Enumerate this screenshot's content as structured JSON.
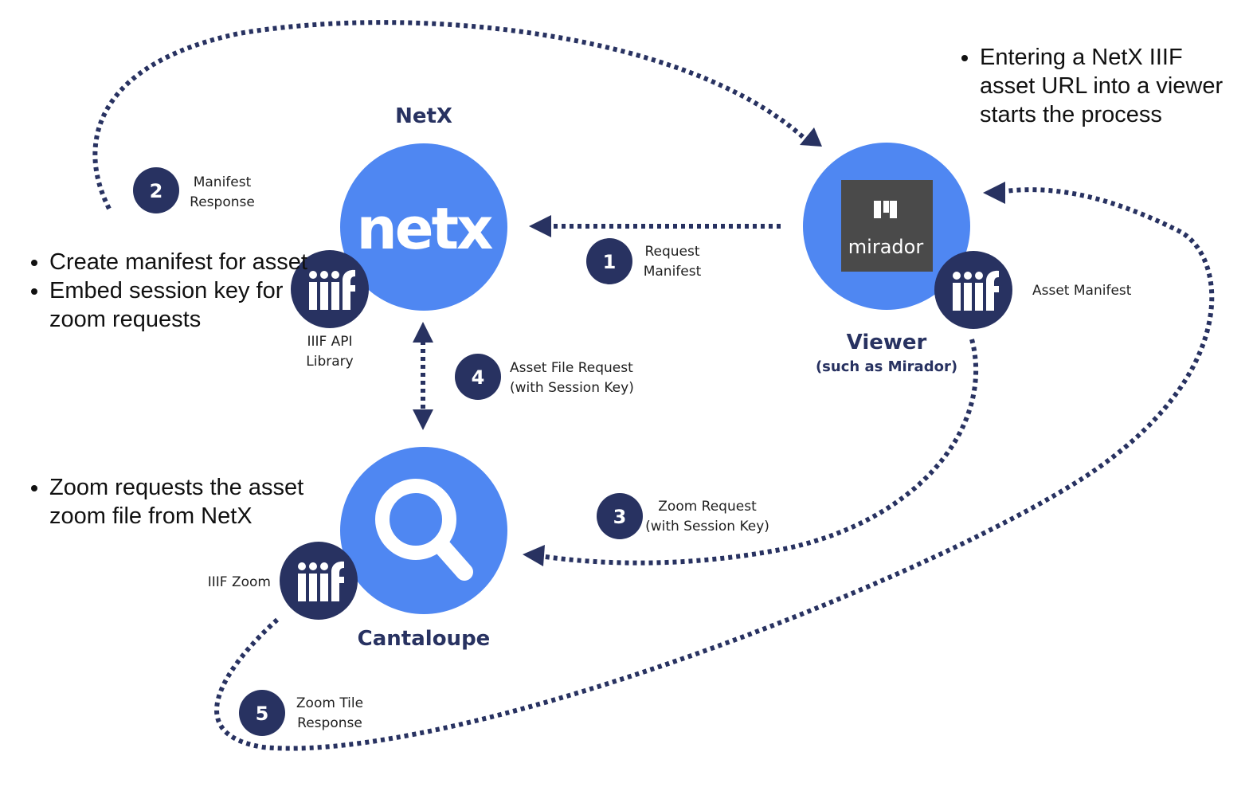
{
  "colors": {
    "node": "#4f87f2",
    "dark": "#283261",
    "mirador_bg": "#4a4a4a"
  },
  "icons": {
    "netx_logo": "netx-logo",
    "mirador_logo": "mirador-logo",
    "iiif_logo": "iiif-logo",
    "zoom": "magnifier-icon"
  },
  "nodes": {
    "netx": {
      "title": "NetX",
      "logo_text": "netx",
      "badge_caption": [
        "IIIF API",
        "Library"
      ]
    },
    "viewer": {
      "title": "Viewer",
      "subtitle": "(such as Mirador)",
      "logo_text": "mirador",
      "badge_caption": "Asset Manifest"
    },
    "cantaloupe": {
      "title": "Cantaloupe",
      "badge_caption": "IIIF Zoom"
    }
  },
  "steps": [
    {
      "num": "1",
      "label": [
        "Request",
        "Manifest"
      ]
    },
    {
      "num": "2",
      "label": [
        "Manifest",
        "Response"
      ]
    },
    {
      "num": "3",
      "label": [
        "Zoom Request",
        "(with Session Key)"
      ]
    },
    {
      "num": "4",
      "label": [
        "Asset File Request",
        "(with Session Key)"
      ]
    },
    {
      "num": "5",
      "label": [
        "Zoom Tile",
        "Response"
      ]
    }
  ],
  "notes": {
    "viewer": [
      "Entering a NetX IIIF asset URL into a viewer starts the process"
    ],
    "netx": [
      "Create manifest for asset",
      "Embed session key for zoom requests"
    ],
    "cantaloupe": [
      "Zoom requests the asset zoom file from NetX"
    ]
  }
}
